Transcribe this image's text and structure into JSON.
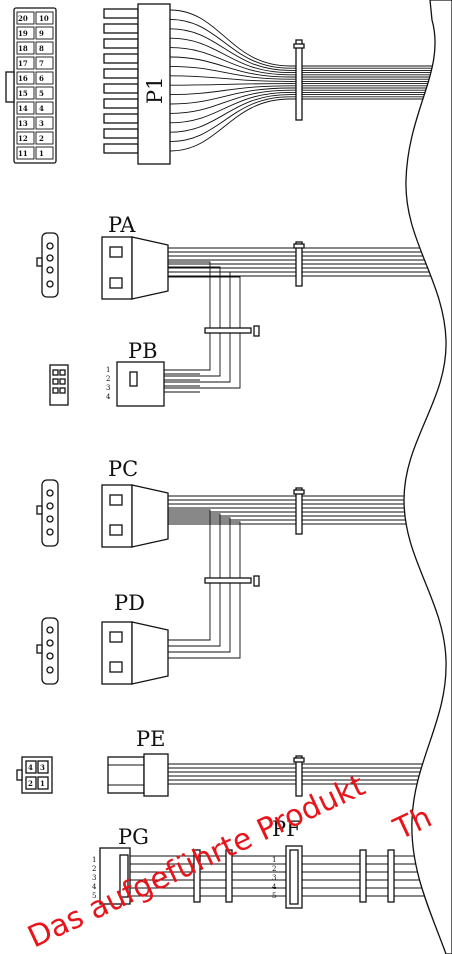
{
  "labels": {
    "p1": "P1",
    "pa": "PA",
    "pb": "PB",
    "pc": "PC",
    "pd": "PD",
    "pe": "PE",
    "pg": "PG",
    "pf": "PF"
  },
  "pin_grid": {
    "left": [
      "20",
      "19",
      "18",
      "17",
      "16",
      "15",
      "14",
      "13",
      "12",
      "11"
    ],
    "right": [
      "10",
      "9",
      "8",
      "7",
      "6",
      "5",
      "4",
      "3",
      "2",
      "1"
    ]
  },
  "pb_pins": [
    "1",
    "2",
    "3",
    "4"
  ],
  "pe_pins": [
    "4",
    "3",
    "2",
    "1"
  ],
  "pg_pins": [
    "1",
    "2",
    "3",
    "4",
    "5"
  ],
  "pf_pins": [
    "1",
    "2",
    "3",
    "4",
    "5"
  ],
  "watermark": {
    "text1": "Das aufgeführte Produkt",
    "text2": "Th",
    "color": "#e8141b"
  }
}
